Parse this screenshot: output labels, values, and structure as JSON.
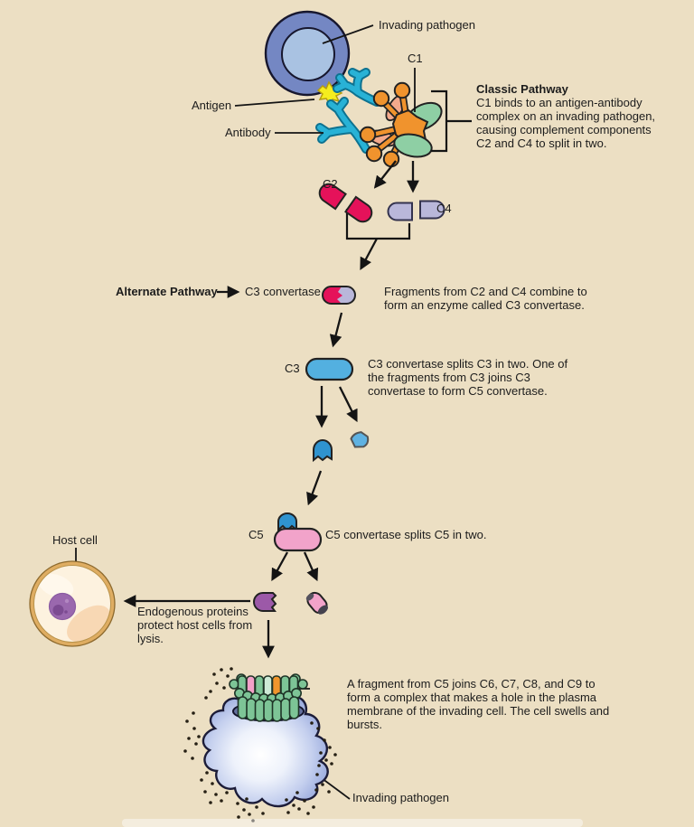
{
  "labels": {
    "invading_pathogen_top": "Invading pathogen",
    "c1": "C1",
    "antigen": "Antigen",
    "antibody": "Antibody",
    "classic_pathway_title": "Classic Pathway",
    "classic_pathway_body": "C1 binds to an antigen-antibody complex on an invading pathogen, causing complement components C2 and C4 to split in two.",
    "c2": "C2",
    "c4": "C4",
    "alternate_pathway": "Alternate Pathway",
    "c3_convertase": "C3 convertase",
    "c3_convertase_desc": "Fragments from C2 and C4 combine to form an enzyme called C3 convertase.",
    "c3": "C3",
    "c3_desc": "C3 convertase splits C3 in two. One of the fragments from C3 joins C3 convertase to form C5 convertase.",
    "c5": "C5",
    "c5_desc": "C5 convertase splits C5 in two.",
    "host_cell": "Host cell",
    "endogenous_desc": "Endogenous proteins protect host cells from lysis.",
    "mac_desc": "A fragment from C5 joins C6, C7, C8, and C9 to form a complex that makes a hole in the plasma membrane of the invading cell. The cell swells and bursts.",
    "invading_pathogen_bottom": "Invading pathogen"
  },
  "colors": {
    "background": "#ecdfc3",
    "pathogen_outer": "#7487c3",
    "pathogen_inner": "#a9c2e2",
    "antibody_teal": "#28b2d6",
    "antigen_yellow": "#f5ed1e",
    "c1_orange": "#f0932d",
    "c1_salmon": "#f4a98c",
    "c1_green": "#8ecfa4",
    "c2_crimson": "#e5125a",
    "c4_lavender": "#b9b7da",
    "c3_blue": "#53b0e0",
    "c3_fragment_blue": "#2f93cf",
    "c3_fragment_light": "#5fb2e2",
    "c5_pink": "#f2a3ca",
    "c5_fragment_purple": "#9c59a8",
    "host_membrane": "#dfad62",
    "host_cytoplasm": "#fdf2df",
    "host_nucleus": "#9a68ae",
    "mac_green": "#7dc496",
    "mac_pink": "#f2a0c8",
    "mac_mint": "#cde9d6",
    "mac_orange": "#f0952c"
  }
}
